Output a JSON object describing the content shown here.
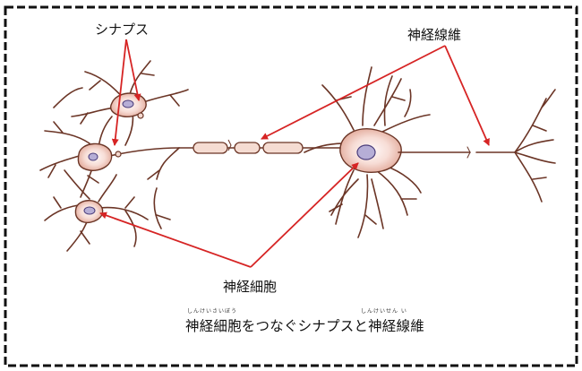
{
  "labels": {
    "synapse": "シナプス",
    "nerve_fiber": "神経線維",
    "nerve_cell": "神経細胞"
  },
  "caption": {
    "text": "神経細胞をつなぐシナプスと神経線維",
    "ruby_cell": "しんけいさいぼう",
    "ruby_fiber": "しんけいせん い"
  },
  "colors": {
    "frame": "#111111",
    "neuron_stroke": "#6b3526",
    "neuron_fill": "#f3d8cf",
    "soma_glow": "#fbe7e1",
    "nucleus_fill": "#b6aed6",
    "nucleus_stroke": "#4a3c7a",
    "arrow": "#d62424",
    "myelin_fill": "#f5dcd2"
  }
}
